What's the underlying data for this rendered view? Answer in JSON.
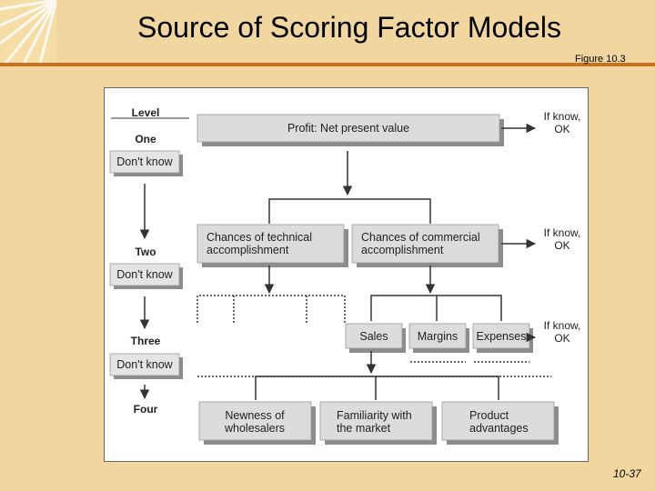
{
  "slide": {
    "title": "Source of Scoring Factor Models",
    "figure_label": "Figure 10.3",
    "page_number": "10-37"
  },
  "diagram": {
    "levels": {
      "header": "Level",
      "one": "One",
      "two": "Two",
      "three": "Three",
      "four": "Four",
      "dont_know": "Don't know"
    },
    "if_know": {
      "line1": "If know,",
      "line2": "OK"
    },
    "boxes": {
      "profit": "Profit: Net present value",
      "technical": [
        "Chances of technical",
        "accomplishment"
      ],
      "commercial": [
        "Chances of commercial",
        "accomplishment"
      ],
      "sales": "Sales",
      "margins": "Margins",
      "expenses": "Expenses",
      "newness": [
        "Newness of",
        "wholesalers"
      ],
      "familiarity": [
        "Familiarity with",
        "the market"
      ],
      "product": [
        "Product",
        "advantages"
      ]
    }
  },
  "colors": {
    "background": "#f1d6a0",
    "accent_rule": "#c9711e",
    "box_fill": "#dcdcdc",
    "box_shadow": "#8c8c8c"
  }
}
